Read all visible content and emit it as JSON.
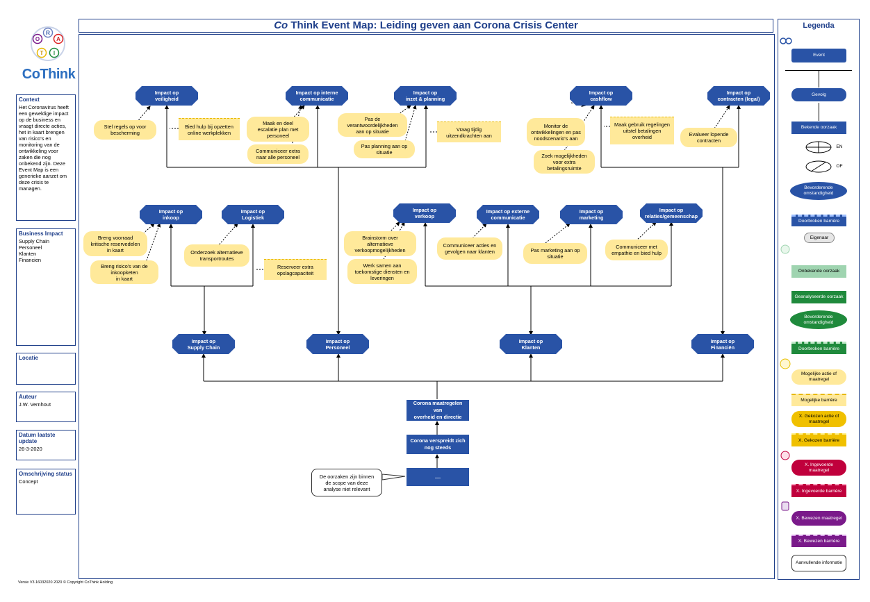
{
  "brand": {
    "logo_letters": [
      "O",
      "R",
      "A",
      "I",
      "T"
    ],
    "name": "CoThink"
  },
  "title": {
    "prefix": "Co",
    "text": "Think Event Map: Leiding geven aan Corona Crisis Center"
  },
  "left_panel": {
    "context": {
      "heading": "Context",
      "text": "Het Coronavirus heeft een geweldige impact op de business en vraagt directe acties, het in kaart brengen van risico's en monitoring van de ontwikkeling  voor zaken die nog onbekend zijn. Deze Event Map is een generieke aanzet om deze crisis te managen."
    },
    "business_impact": {
      "heading": "Business Impact",
      "text": "Supply Chain\nPersoneel\nKlanten\nFinancien"
    },
    "locatie": {
      "heading": "Locatie",
      "text": ""
    },
    "auteur": {
      "heading": "Auteur",
      "text": "J.W. Vernhout"
    },
    "datum": {
      "heading": "Datum laatste update",
      "text": "26-3-2020"
    },
    "status": {
      "heading": "Omschrijving status",
      "text": "Concept"
    }
  },
  "footer": "Versie V3.16032020  2020 © Copyright CoThink Holding",
  "nodes": {
    "impact_veiligheid": "Impact op\nveiligheid",
    "impact_interne_comm": "Impact op interne\ncommunicatie",
    "impact_inzet": "Impact op\ninzet & planning",
    "impact_cashflow": "Impact op\ncashflow",
    "impact_contracten": "Impact op\ncontracten (legal)",
    "impact_inkoop": "Impact op\ninkoop",
    "impact_logistiek": "Impact op\nLogistiek",
    "impact_verkoop": "Impact op\nverkoop",
    "impact_externe_comm": "Impact op externe\ncommunicatie",
    "impact_marketing": "Impact op\nmarketing",
    "impact_relaties": "Impact op\nrelaties/gemeenschap",
    "impact_supply": "Impact op\nSupply Chain",
    "impact_personeel": "Impact op\nPersoneel",
    "impact_klanten": "Impact op\nKlanten",
    "impact_financien": "Impact op\nFinanciën",
    "corona_maatregelen": "Corona maatregelen van\noverheid en directie",
    "corona_verspreidt": "Corona verspreidt zich\nnog steeds",
    "dots": "....",
    "callout_scope": "De oorzaken zijn binnen\nde scope van deze\nanalyse niet relevant"
  },
  "actions": {
    "stel_regels": "Stel regels op voor\nbescherming",
    "bied_hulp": "Bied hulp bij opzetten\nonline werkplekken",
    "maak_escalatie": "Maak en deel\nescalatie plan met\npersoneel",
    "communiceer_extra": "Communiceer extra\nnaar alle personeel",
    "pas_verantwoordelijkheden": "Pas de\nverantwoordelijkheden\naan op situatie",
    "pas_planning": "Pas planning aan op\nsituatie",
    "vraag_tijdig": "Vraag tijdig\nuitzendkrachten aan",
    "monitor": "Monitor de\nontwikkelingen en pas\nnoodscenario's aan",
    "maak_gebruik": "Maak gebruik  regelingen\nuitstel betalingen\noverheid",
    "zoek_mogelijkheden": "Zoek mogelijkheden\nvoor extra\nbetalingsruimte",
    "evalueer": "Evalueer lopende\ncontracten",
    "breng_voorraad": "Breng voorraad\nkritische reservedelen\nin kaart",
    "breng_risicos": "Breng risico's van de\ninkoopketen\nin kaart",
    "onderzoek": "Onderzoek alternatieve\ntransportroutes",
    "reserveer": "Reserveer extra\nopslagcapaciteit",
    "brainstorm": "Brainstorm over\nalternatieve\nverkoopmogelijkheden",
    "werk_samen": "Werk samen aan\ntoekomstige diensten en\nleveringen",
    "communiceer_acties": "Communiceer acties en\ngevolgen naar klanten",
    "pas_marketing": "Pas marketing aan op\nsituatie",
    "communiceer_empathie": "Communiceer met\nempathie en bied hulp"
  },
  "legend": {
    "title": "Legenda",
    "event": "Event",
    "gevolg": "Gevolg",
    "bekende_oorzaak": "Bekende oorzaak",
    "en": "EN",
    "of": "OF",
    "bevorderende1": "Bevorderende\nomstandigheid",
    "doorbroken1": "Doorbroken barrière",
    "eigenaar": "Eigenaar",
    "onbekende": "Onbekende oorzaak",
    "geanalyseerde": "Geanalyseerde oorzaak",
    "bevorderende2": "Bevorderende\nomstandigheid",
    "doorbroken2": "Doorbroken barrière",
    "mogelijke_actie": "Mogelijke actie of\nmaatregel",
    "mogelijke_barriere": "Mogelijke barrière",
    "gekozen_actie": "X. Gekozen actie of\nmaatregel",
    "gekozen_barriere": "X. Gekozen barrière",
    "ingevoerde_maatregel": "X. Ingevoerde\nmaatregel",
    "ingevoerde_barriere": "X. Ingevoerde barrière",
    "bewezen_maatregel": "X. Bewezen maatregel",
    "bewezen_barriere": "X. Bewezen barrière",
    "aanvullende": "Aanvullende informatie"
  },
  "colors": {
    "primary": "#2953a6",
    "frame": "#1f3f8a",
    "action": "#ffe99a",
    "chosen": "#f0c000",
    "implemented": "#c0003c",
    "proven": "#7a1a8a",
    "unknown": "#9fd4b0",
    "analysed": "#1f8a3c"
  }
}
